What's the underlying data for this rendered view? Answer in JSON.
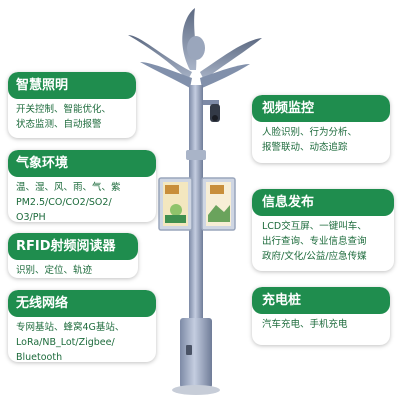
{
  "cards": {
    "lighting": {
      "title": "智慧照明",
      "lines": "开关控制、智能优化、\n状态监测、自动报警"
    },
    "weather": {
      "title": "气象环境",
      "lines": "温、湿、风、雨、气、紫\nPM2.5/CO/CO2/SO2/\nO3/PH"
    },
    "rfid": {
      "title": "RFID射频阅读器",
      "lines": "识别、定位、轨迹"
    },
    "network": {
      "title": "无线网络",
      "lines": "专网基站、蜂窝4G基站、\nLoRa/NB_Lot/Zigbee/\nBluetooth"
    },
    "video": {
      "title": "视频监控",
      "lines": "人脸识别、行为分析、\n报警联动、动态追踪"
    },
    "info": {
      "title": "信息发布",
      "lines": "LCD交互屏、一键叫车、\n出行查询、专业信息查询\n政府/文化/公益/应急传媒"
    },
    "charge": {
      "title": "充电桩",
      "lines": "汽车充电、手机充电"
    }
  },
  "colors": {
    "header": "#1f8d4e",
    "text": "#1d6b3c",
    "pole": "#8f9db8"
  }
}
